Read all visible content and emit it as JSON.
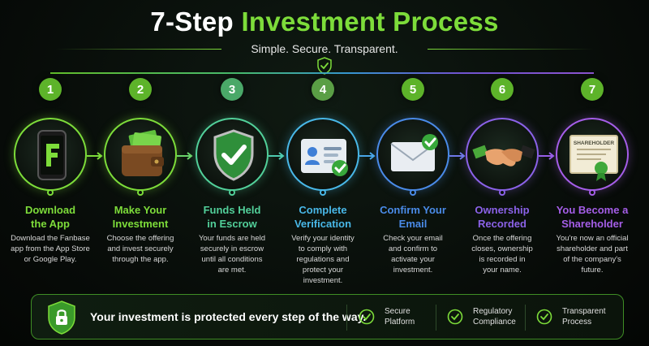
{
  "header": {
    "title_part1": "7-Step",
    "title_part2": "Investment Process",
    "subtitle": "Simple. Secure. Transparent."
  },
  "icons": {
    "subtitle": "shield-check-icon",
    "step1": "phone-app-icon",
    "step2": "wallet-cash-icon",
    "step3": "shield-check-icon",
    "step4": "id-card-check-icon",
    "step5": "envelope-check-icon",
    "step6": "handshake-icon",
    "step7": "certificate-icon",
    "footer": "shield-lock-icon",
    "feature": "check-circle-icon"
  },
  "steps": [
    {
      "number": "1",
      "title_l1": "Download",
      "title_l2": "the App",
      "desc": [
        "Download the Fanbase",
        "app from the App Store",
        "or Google Play."
      ],
      "color": "#7ddc3a",
      "badge_color": "#5db32a"
    },
    {
      "number": "2",
      "title_l1": "Make Your",
      "title_l2": "Investment",
      "desc": [
        "Choose the offering",
        "and invest securely",
        "through the app."
      ],
      "color": "#7ddc3a",
      "badge_color": "#5db32a"
    },
    {
      "number": "3",
      "title_l1": "Funds Held",
      "title_l2": "in Escrow",
      "desc": [
        "Your funds are held",
        "securely in escrow",
        "until all conditions",
        "are met."
      ],
      "color": "#52d09a",
      "badge_color": "#4aa868"
    },
    {
      "number": "4",
      "title_l1": "Complete",
      "title_l2": "Verification",
      "desc": [
        "Verify your identity",
        "to comply with",
        "regulations and",
        "protect your",
        "investment."
      ],
      "color": "#49b8e8",
      "badge_color": "#5a9e45"
    },
    {
      "number": "5",
      "title_l1": "Confirm Your",
      "title_l2": "Email",
      "desc": [
        "Check your email",
        "and confirm to",
        "activate your",
        "investment."
      ],
      "color": "#4a8be8",
      "badge_color": "#5db32a"
    },
    {
      "number": "6",
      "title_l1": "Ownership",
      "title_l2": "Recorded",
      "desc": [
        "Once the offering",
        "closes, ownership",
        "is recorded in",
        "your name."
      ],
      "color": "#8b62e8",
      "badge_color": "#5db32a"
    },
    {
      "number": "7",
      "title_l1": "You Become a",
      "title_l2": "Shareholder",
      "desc": [
        "You're now an official",
        "shareholder and part",
        "of the company's",
        "future."
      ],
      "color": "#a55ee8",
      "badge_color": "#5db32a"
    }
  ],
  "title_colors": [
    "#7ddc3a",
    "#7ddc3a",
    "#52d09a",
    "#49b8e8",
    "#4a8be8",
    "#8b62e8",
    "#a55ee8"
  ],
  "certificate_text": "SHAREHOLDER",
  "footer": {
    "text": "Your investment is protected every step of the way.",
    "features": [
      {
        "l1": "Secure",
        "l2": "Platform"
      },
      {
        "l1": "Regulatory",
        "l2": "Compliance"
      },
      {
        "l1": "Transparent",
        "l2": "Process"
      }
    ]
  }
}
